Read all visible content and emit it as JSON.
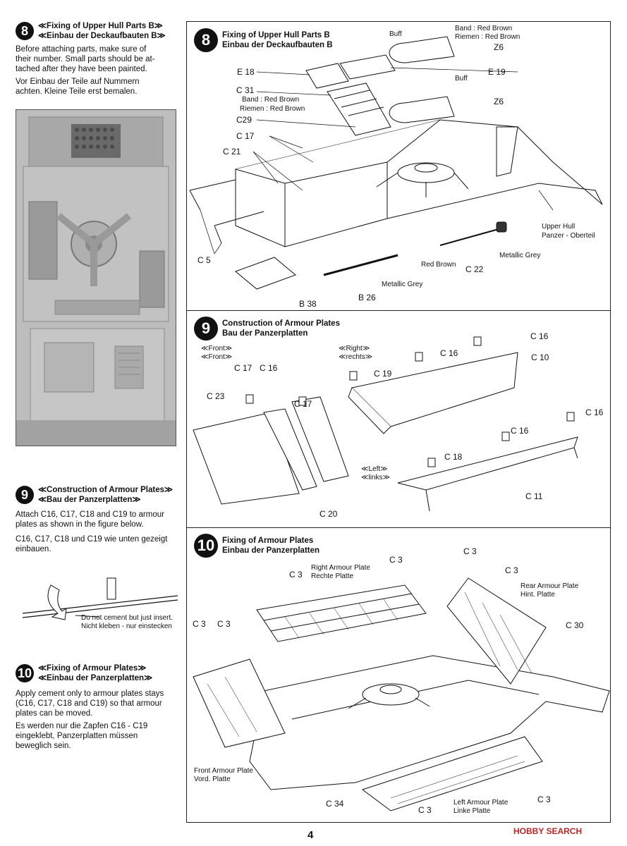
{
  "left": {
    "step8": {
      "num": "8",
      "title_en": "≪Fixing of Upper Hull Parts B≫",
      "title_de": "≪Einbau der Deckaufbauten B≫",
      "text_en_1": "Before attaching parts, make sure of",
      "text_en_2": "their number. Small parts should be at-",
      "text_en_3": "tached after they have been painted.",
      "text_de_1": "Vor Einbau der Teile auf Nummern",
      "text_de_2": "achten. Kleine Teile erst bemalen."
    },
    "step9": {
      "num": "9",
      "title_en": "≪Construction of Armour Plates≫",
      "title_de": "≪Bau der Panzerplatten≫",
      "text_en_1": "Attach C16, C17, C18 and C19 to armour",
      "text_en_2": "plates as shown in the figure below.",
      "text_de_1": "C16, C17, C18 und C19 wie unten gezeigt",
      "text_de_2": "einbauen.",
      "note_1": "Do not cement but just insert.",
      "note_2": "Nicht kleben - nur einstecken"
    },
    "step10": {
      "num": "10",
      "title_en": "≪Fixing of Armour Plates≫",
      "title_de": "≪Einbau der Panzerplatten≫",
      "text_en_1": "Apply cement only to armour plates stays",
      "text_en_2": "(C16, C17, C18 and C19) so that armour",
      "text_en_3": "plates can be moved.",
      "text_de_1": "Es werden nur die Zapfen C16 - C19",
      "text_de_2": "eingeklebt, Panzerplatten müssen",
      "text_de_3": "beweglich sein."
    }
  },
  "right": {
    "step8": {
      "num": "8",
      "title_en": "Fixing of Upper Hull Parts B",
      "title_de": "Einbau der Deckaufbauten B",
      "labels": {
        "buff1": "Buff",
        "band_red_brown": "Band : Red Brown",
        "riemen_red_brown": "Riemen : Red Brown",
        "z6a": "Z6",
        "e18": "E 18",
        "e19": "E 19",
        "buff2": "Buff",
        "c31": "C 31",
        "band2": "Band : Red Brown",
        "riemen2": "Riemen : Red Brown",
        "z6b": "Z6",
        "c29": "C29",
        "c17": "C 17",
        "c21": "C 21",
        "upper_hull": "Upper Hull",
        "panzer_oberteil": "Panzer - Oberteil",
        "metallic_grey1": "Metallic Grey",
        "red_brown": "Red Brown",
        "c22": "C 22",
        "c5": "C 5",
        "metallic_grey2": "Metallic Grey",
        "b38": "B 38",
        "b26": "B 26"
      }
    },
    "step9": {
      "num": "9",
      "title_en": "Construction of Armour Plates",
      "title_de": "Bau der Panzerplatten",
      "labels": {
        "front_en": "≪Front≫",
        "front_de": "≪Front≫",
        "right_en": "≪Right≫",
        "right_de": "≪rechts≫",
        "left_en": "≪Left≫",
        "left_de": "≪links≫",
        "c16a": "C 16",
        "c16b": "C 16",
        "c16c": "C 16",
        "c16d": "C 16",
        "c16e": "C 16",
        "c10": "C 10",
        "c19": "C 19",
        "c17a": "C 17",
        "c17b": "C 17",
        "c23": "C 23",
        "c18": "C 18",
        "c11": "C 11",
        "c20": "C 20"
      }
    },
    "step10": {
      "num": "10",
      "title_en": "Fixing of Armour Plates",
      "title_de": "Einbau der Panzerplatten",
      "labels": {
        "right_plate_en": "Right Armour Plate",
        "right_plate_de": "Rechte Platte",
        "rear_plate_en": "Rear Armour Plate",
        "rear_plate_de": "Hint. Platte",
        "front_plate_en": "Front Armour Plate",
        "front_plate_de": "Vord. Platte",
        "left_plate_en": "Left Armour Plate",
        "left_plate_de": "Linke Platte",
        "c3a": "C 3",
        "c3b": "C 3",
        "c3c": "C 3",
        "c3d": "C 3",
        "c3e": "C 3",
        "c3f": "C 3",
        "c3g": "C 3",
        "c3h": "C 3",
        "c30": "C 30",
        "c34": "C 34"
      }
    }
  },
  "page_number": "4",
  "watermark": "HOBBY SEARCH"
}
